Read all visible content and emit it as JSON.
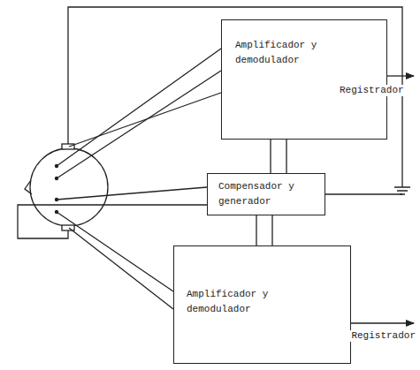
{
  "diagram": {
    "nodes": [
      {
        "text": [
          "Amplificador y demodulador"
        ]
      },
      {
        "text": [
          "Compensador y generador"
        ]
      },
      {
        "text": [
          "Amplificador y demodulador"
        ]
      }
    ],
    "edges": [
      {
        "from": 0,
        "to": 1,
        "arrow": "none"
      },
      {
        "from": 1,
        "to": 2,
        "arrow": "none"
      }
    ],
    "labels": [
      "Registrador",
      "Registrador"
    ]
  }
}
